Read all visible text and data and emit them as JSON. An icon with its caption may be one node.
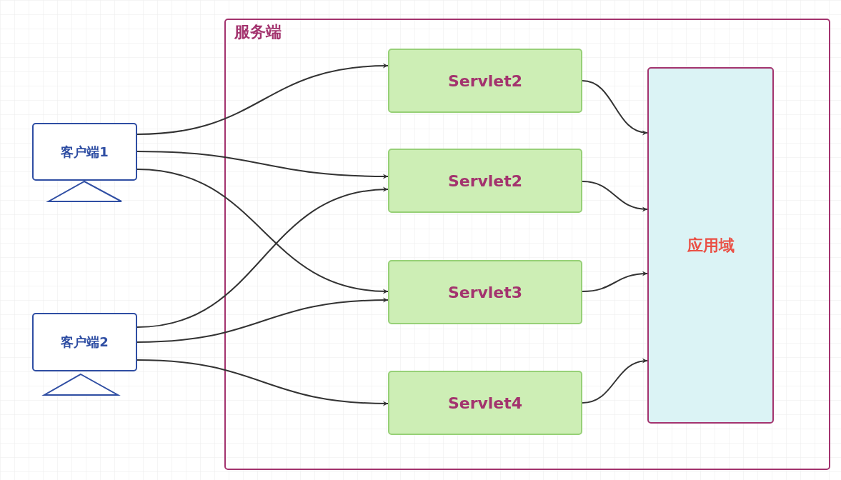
{
  "diagram": {
    "nodes": [
      {
        "text": [
          "客户端1"
        ]
      },
      {
        "text": [
          "客户端2"
        ]
      },
      {
        "text": [
          "服务端"
        ]
      },
      {
        "text": [
          "Servlet2"
        ],
        "in": 2
      },
      {
        "text": [
          "Servlet2"
        ],
        "in": 2
      },
      {
        "text": [
          "Servlet3"
        ],
        "in": 2
      },
      {
        "text": [
          "Servlet4"
        ],
        "in": 2
      },
      {
        "text": [
          "应用域"
        ],
        "in": 2
      }
    ],
    "edges": [
      {
        "from": 0,
        "to": 3,
        "arrow": "to"
      },
      {
        "from": 0,
        "to": 4,
        "arrow": "to"
      },
      {
        "from": 0,
        "to": 5,
        "arrow": "to"
      },
      {
        "from": 1,
        "to": 4,
        "arrow": "to"
      },
      {
        "from": 1,
        "to": 5,
        "arrow": "to"
      },
      {
        "from": 1,
        "to": 6,
        "arrow": "to"
      },
      {
        "from": 3,
        "to": 7,
        "arrow": "to"
      },
      {
        "from": 4,
        "to": 7,
        "arrow": "to"
      },
      {
        "from": 5,
        "to": 7,
        "arrow": "to"
      },
      {
        "from": 6,
        "to": 7,
        "arrow": "to"
      }
    ]
  }
}
